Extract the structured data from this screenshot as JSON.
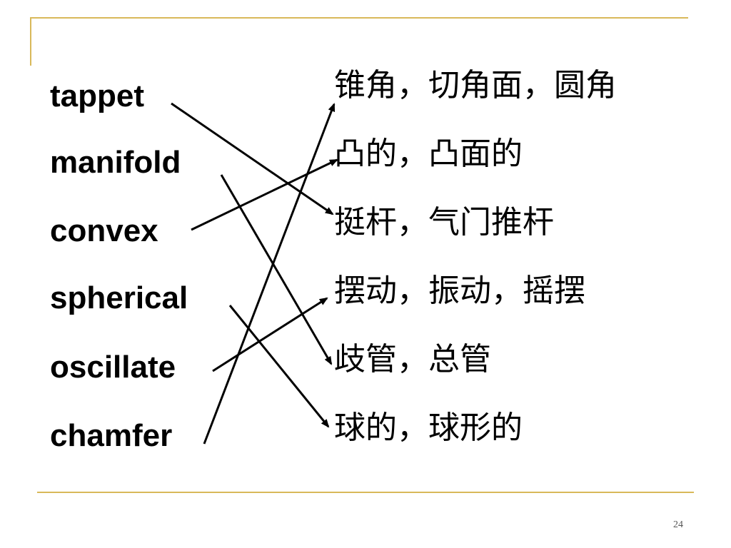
{
  "english_terms": [
    "tappet",
    "manifold",
    "convex",
    "spherical",
    "oscillate",
    "chamfer"
  ],
  "chinese_terms": [
    "锥角，切角面，圆角",
    "凸的，凸面的",
    "挺杆，气门推杆",
    "摆动，振动，摇摆",
    "歧管，总管",
    "球的，球形的"
  ],
  "matches": [
    {
      "english_index": 0,
      "chinese_index": 2
    },
    {
      "english_index": 1,
      "chinese_index": 4
    },
    {
      "english_index": 2,
      "chinese_index": 1
    },
    {
      "english_index": 3,
      "chinese_index": 5
    },
    {
      "english_index": 4,
      "chinese_index": 3
    },
    {
      "english_index": 5,
      "chinese_index": 0
    }
  ],
  "page_number": "24",
  "colors": {
    "frame": "#d9b95a",
    "text": "#000000",
    "arrow": "#000000"
  }
}
